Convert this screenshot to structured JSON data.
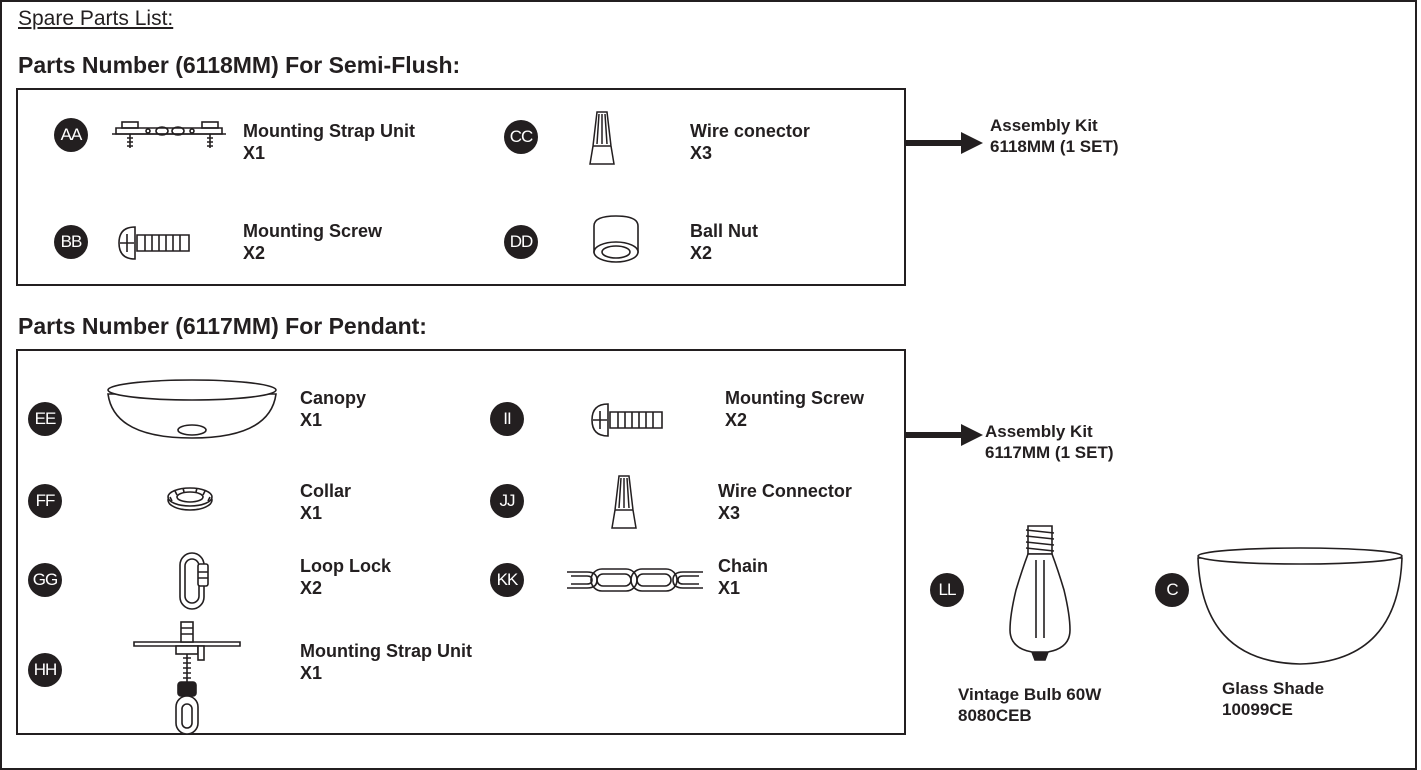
{
  "title": "Spare Parts List:",
  "semi_flush": {
    "heading": "Parts Number (6118MM) For Semi-Flush:",
    "kit": {
      "line1": "Assembly Kit",
      "line2": "6118MM (1 SET)"
    },
    "parts": [
      {
        "code": "AA",
        "icon": "mounting-strap-icon",
        "name": "Mounting Strap Unit",
        "qty": "X1"
      },
      {
        "code": "BB",
        "icon": "mounting-screw-icon",
        "name": "Mounting Screw",
        "qty": "X2"
      },
      {
        "code": "CC",
        "icon": "wire-connector-icon",
        "name": "Wire conector",
        "qty": "X3"
      },
      {
        "code": "DD",
        "icon": "ball-nut-icon",
        "name": "Ball Nut",
        "qty": "X2"
      }
    ]
  },
  "pendant": {
    "heading": "Parts Number (6117MM) For Pendant:",
    "kit": {
      "line1": "Assembly Kit",
      "line2": "6117MM (1 SET)"
    },
    "parts": [
      {
        "code": "EE",
        "icon": "canopy-icon",
        "name": "Canopy",
        "qty": "X1"
      },
      {
        "code": "FF",
        "icon": "collar-icon",
        "name": "Collar",
        "qty": "X1"
      },
      {
        "code": "GG",
        "icon": "loop-lock-icon",
        "name": "Loop Lock",
        "qty": "X2"
      },
      {
        "code": "HH",
        "icon": "mounting-strap-icon",
        "name": "Mounting Strap Unit",
        "qty": "X1"
      },
      {
        "code": "II",
        "icon": "mounting-screw-icon",
        "name": "Mounting Screw",
        "qty": "X2"
      },
      {
        "code": "JJ",
        "icon": "wire-connector-icon",
        "name": "Wire Connector",
        "qty": "X3"
      },
      {
        "code": "KK",
        "icon": "chain-icon",
        "name": "Chain",
        "qty": "X1"
      }
    ]
  },
  "extras": [
    {
      "code": "LL",
      "icon": "bulb-icon",
      "line1": "Vintage Bulb 60W",
      "line2": "8080CEB"
    },
    {
      "code": "C",
      "icon": "glass-shade-icon",
      "line1": "Glass Shade",
      "line2": "10099CE"
    }
  ]
}
